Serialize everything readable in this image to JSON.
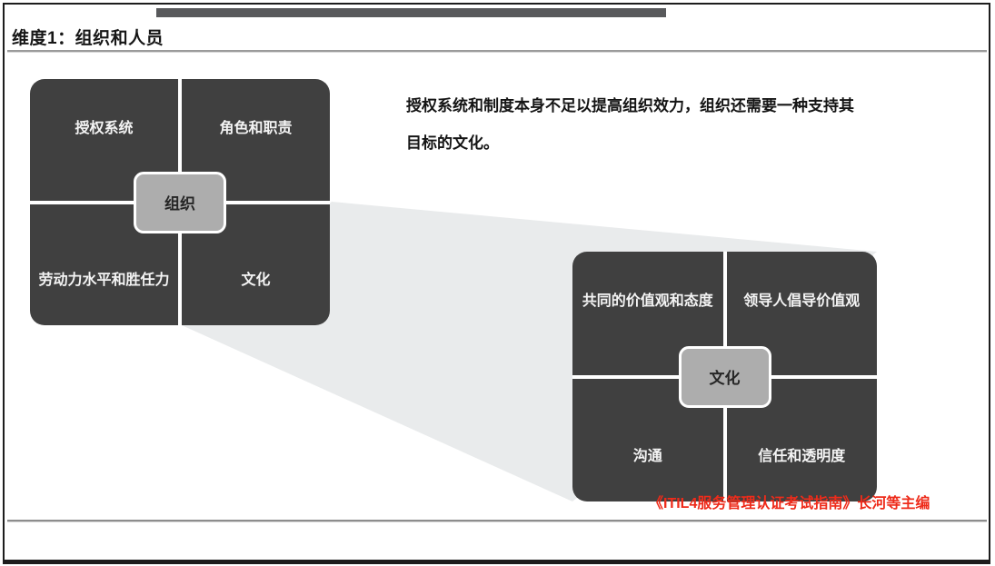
{
  "slide": {
    "title": "维度1：组织和人员",
    "paragraph": "授权系统和制度本身不足以提高组织效力，组织还需要一种支持其目标的文化。",
    "citation": "《ITIL4服务管理认证考试指南》长河等主编"
  },
  "org_matrix": {
    "center": "组织",
    "cells": {
      "top_left": "授权系统",
      "top_right": "角色和职责",
      "bottom_left": "劳动力水平和胜任力",
      "bottom_right": "文化"
    }
  },
  "culture_matrix": {
    "center": "文化",
    "cells": {
      "top_left": "共同的价值观和态度",
      "top_right": "领导人倡导价值观",
      "bottom_left": "沟通",
      "bottom_right": "信任和透明度"
    }
  },
  "colors": {
    "quadrant_fill": "#404040",
    "divider_white": "#ffffff",
    "center_badge_fill": "#adadad",
    "beam_fill": "#e9ebec",
    "top_bar": "#58595b",
    "citation_red": "#ee2b1a",
    "frame_border": "#1d1d1d"
  }
}
